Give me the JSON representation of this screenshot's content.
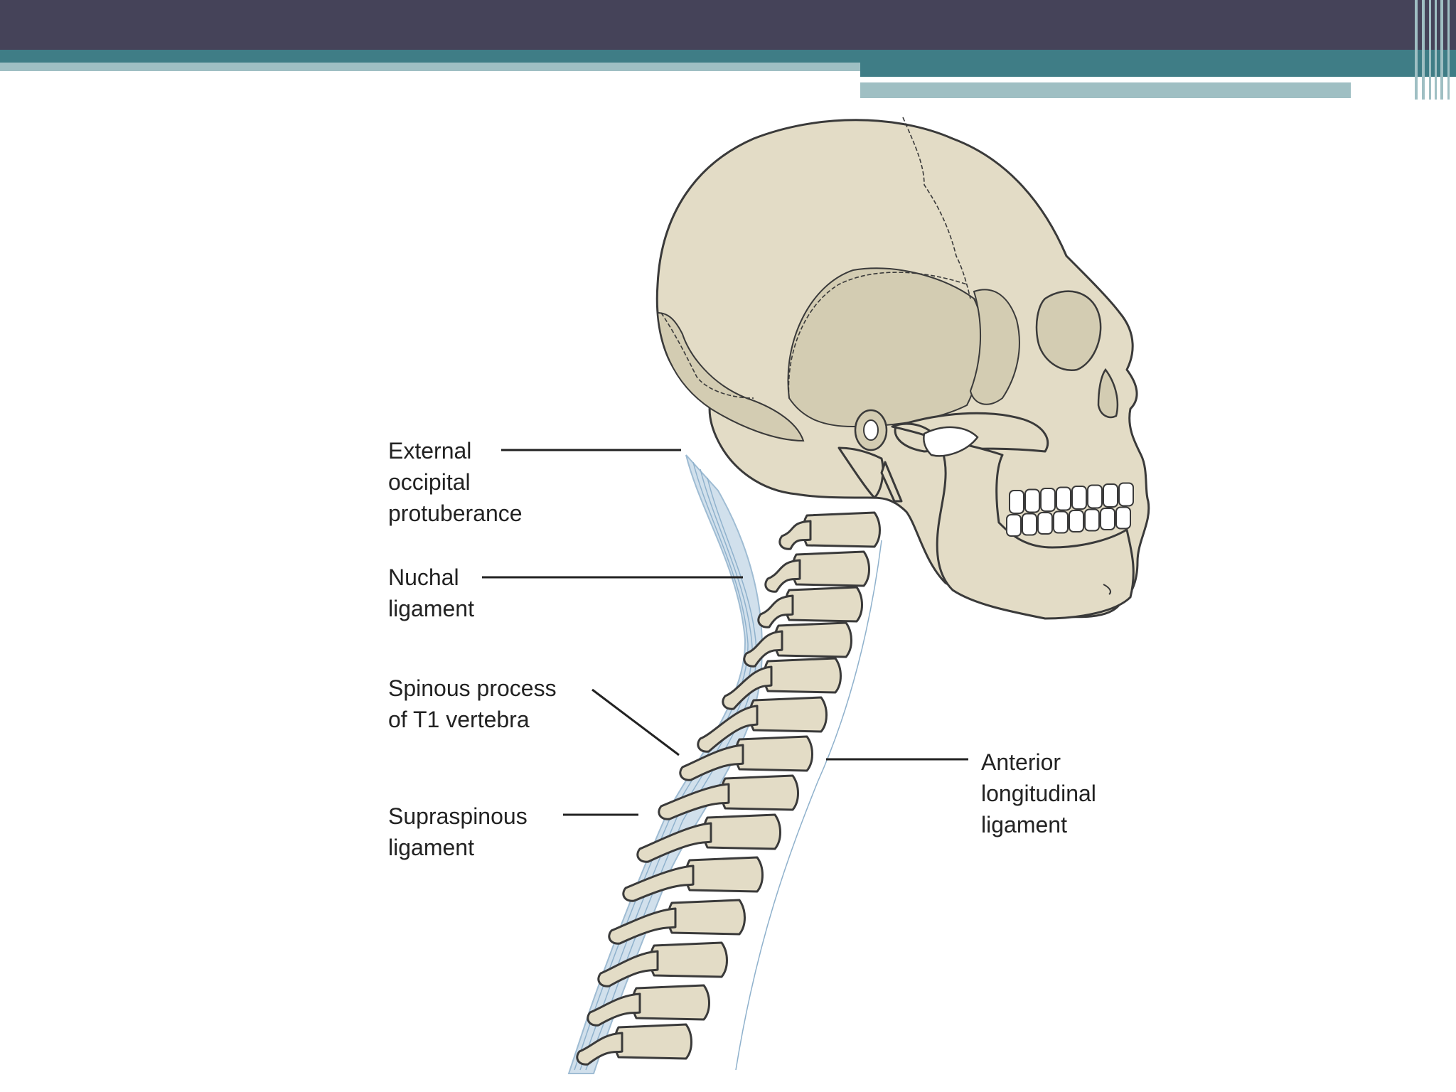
{
  "theme": {
    "header_dark": "#454359",
    "header_teal": "#3f7d86",
    "header_light": "#9fbfc3",
    "bone": "#e3dcc6",
    "bone_shade": "#d3ccb2",
    "bone_outline": "#3a3a3a",
    "ligament": "#c9dbe9",
    "ligament_line": "#8fb1cc"
  },
  "labels": {
    "ext_occipital": [
      "External",
      "occipital",
      "protuberance"
    ],
    "nuchal": [
      "Nuchal",
      "ligament"
    ],
    "spinous": [
      "Spinous process",
      "of T1 vertebra"
    ],
    "supraspinous": [
      "Supraspinous",
      "ligament"
    ],
    "anterior": [
      "Anterior",
      "longitudinal",
      "ligament"
    ]
  }
}
